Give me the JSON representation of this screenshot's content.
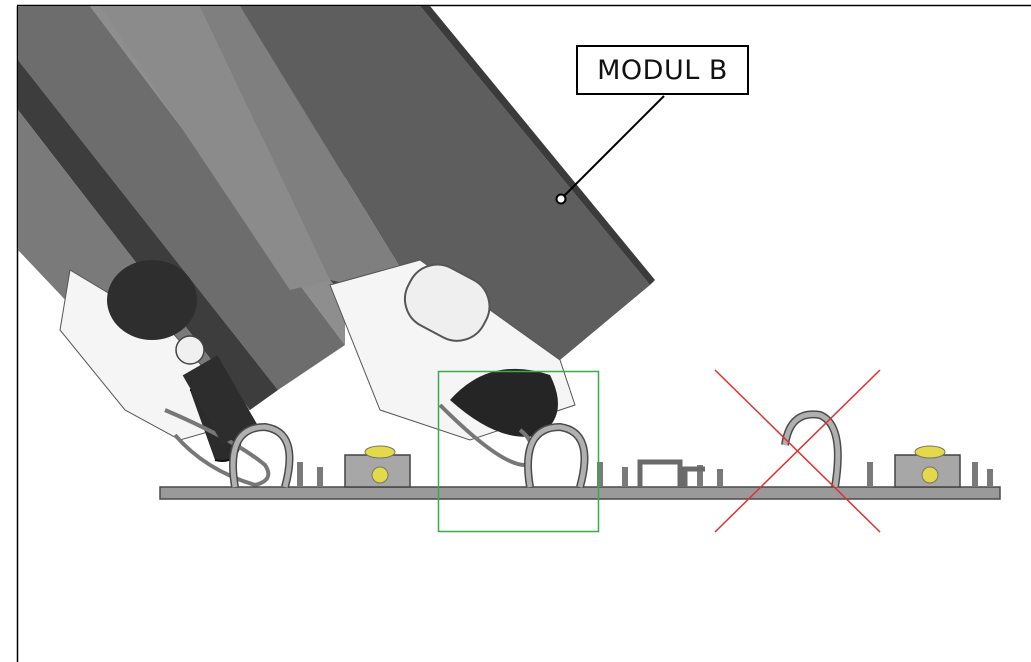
{
  "callout": {
    "label": "MODUL B"
  },
  "colors": {
    "frame": "#000000",
    "profile_dark": "#3f3f3f",
    "profile_mid": "#6a6a6a",
    "profile_light": "#8a8a8a",
    "hinge_plate": "#f4f4f4",
    "rail": "#9a9a9a",
    "rail_edge": "#4a4a4a",
    "bolt_yellow": "#e3d94a",
    "highlight_green": "#3fa84a",
    "cross_red": "#e03030"
  },
  "icons": {
    "cross": "red-x-mark",
    "highlight": "green-box"
  }
}
